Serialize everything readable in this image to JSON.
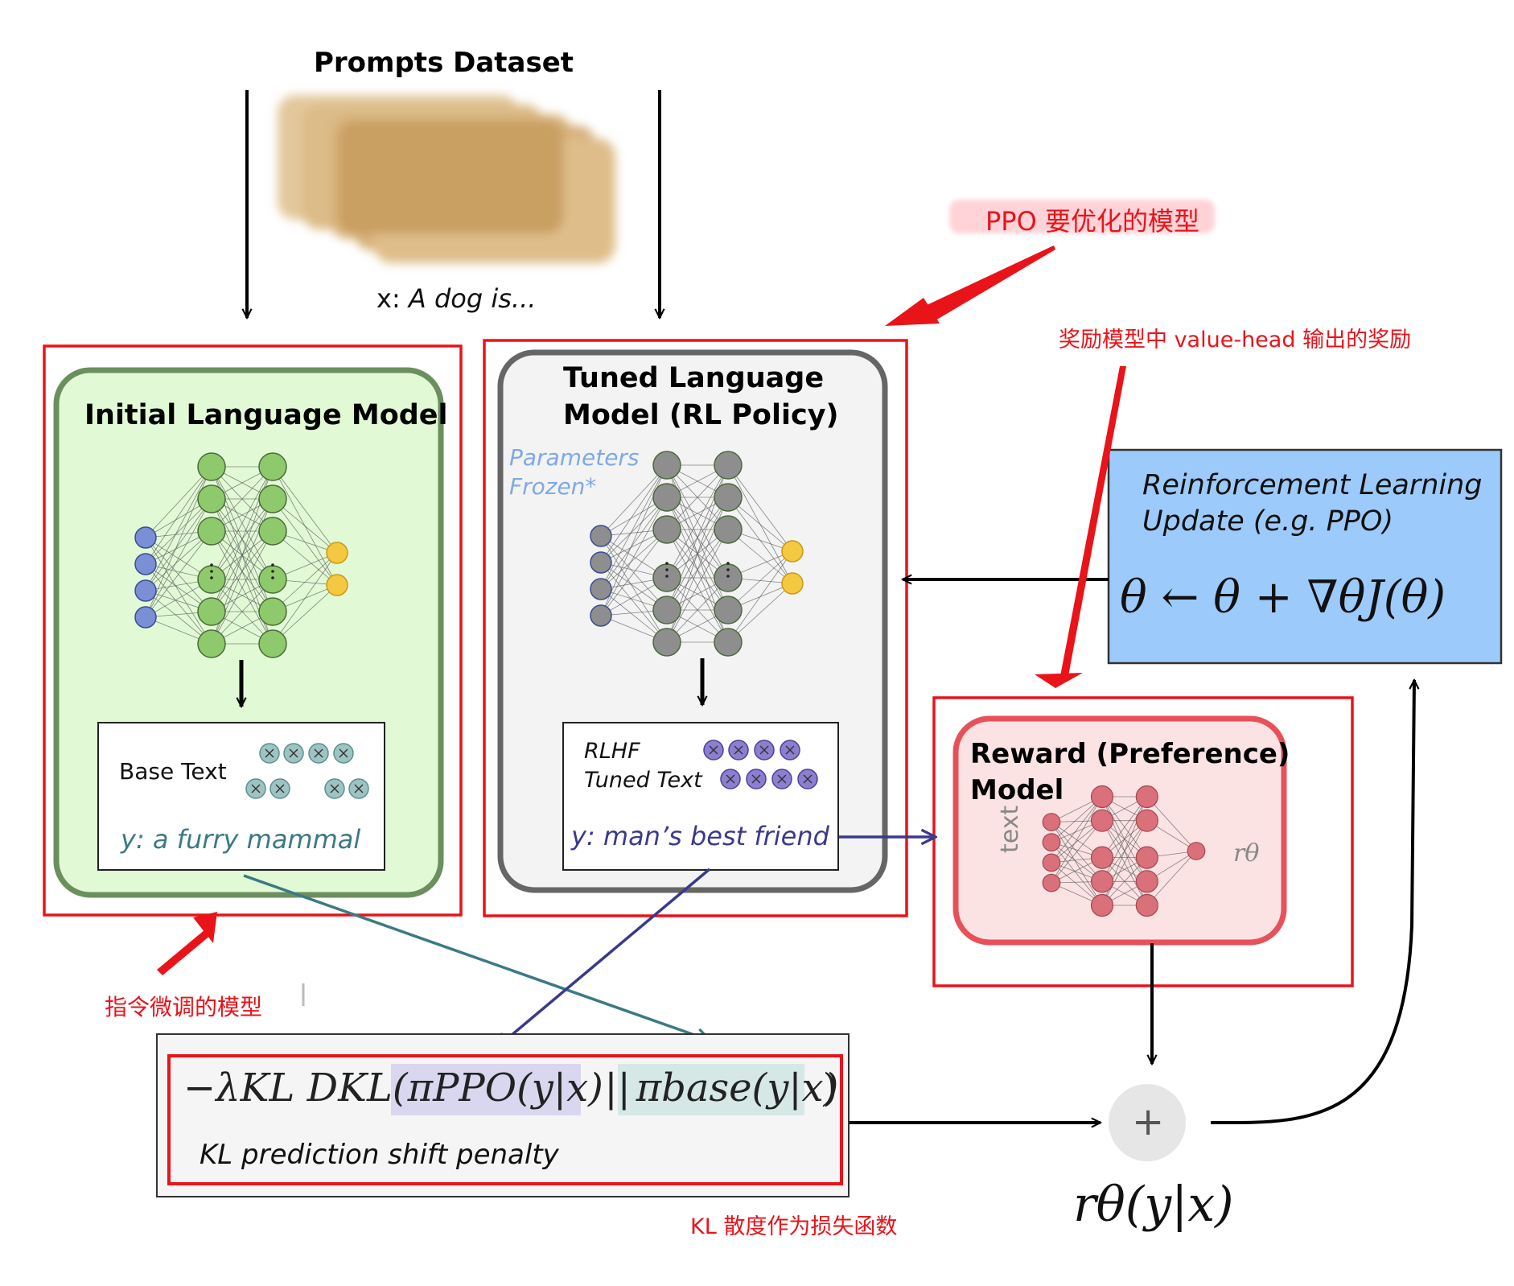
{
  "dataset": {
    "title": "Prompts Dataset",
    "x_prefix": "x:",
    "x_prompt": "A dog is..."
  },
  "initial_model": {
    "title": "Initial Language Model",
    "output_label": "Base Text",
    "output_text": "y: a furry mammal",
    "annotation": "指令微调的模型"
  },
  "tuned_model": {
    "title_line1": "Tuned Language",
    "title_line2": "Model (RL Policy)",
    "frozen_line1": "Parameters",
    "frozen_line2": "Frozen*",
    "output_label_line1": "RLHF",
    "output_label_line2": "Tuned Text",
    "output_text": "y: man’s best friend",
    "annotation": "PPO 要优化的模型"
  },
  "rl_update": {
    "title_line1": "Reinforcement Learning",
    "title_line2": "Update (e.g. PPO)",
    "formula": "θ ← θ + ∇θJ(θ)"
  },
  "reward_model": {
    "title_line1": "Reward (Preference)",
    "title_line2": "Model",
    "input_label": "text",
    "output_symbol": "rθ",
    "annotation": "奖励模型中 value-head 输出的奖励"
  },
  "kl_penalty": {
    "formula_prefix": "−λKL DKL(",
    "term_ppo": "πPPO(y|x)",
    "separator": "||",
    "term_base": "πbase(y|x)",
    "formula_suffix": ")",
    "label": "KL prediction shift penalty",
    "annotation": "KL 散度作为损失函数"
  },
  "sum_node": {
    "symbol": "+",
    "output": "rθ(y|x)"
  },
  "colors": {
    "annotation_red": "#e8141a",
    "initial_fill": "#e2f9d6",
    "initial_border": "#6b8f5e",
    "tuned_fill": "#f3f3f3",
    "tuned_border": "#666666",
    "rl_fill": "#9ccbfb",
    "reward_fill": "#fbe3e3",
    "reward_border": "#e8505a",
    "node_green": "#8ec96b",
    "node_gray": "#8e8e8e",
    "node_blue": "#7a8fd6",
    "node_yellow": "#f5c842",
    "node_red": "#d9707a",
    "arrow_teal": "#3b7a84",
    "arrow_navy": "#3a3a8c",
    "token_teal": "#9ec3c3",
    "token_purple": "#8c7fd0",
    "ppo_highlight": "#d9d6ef",
    "base_highlight": "#d6e8e6"
  }
}
